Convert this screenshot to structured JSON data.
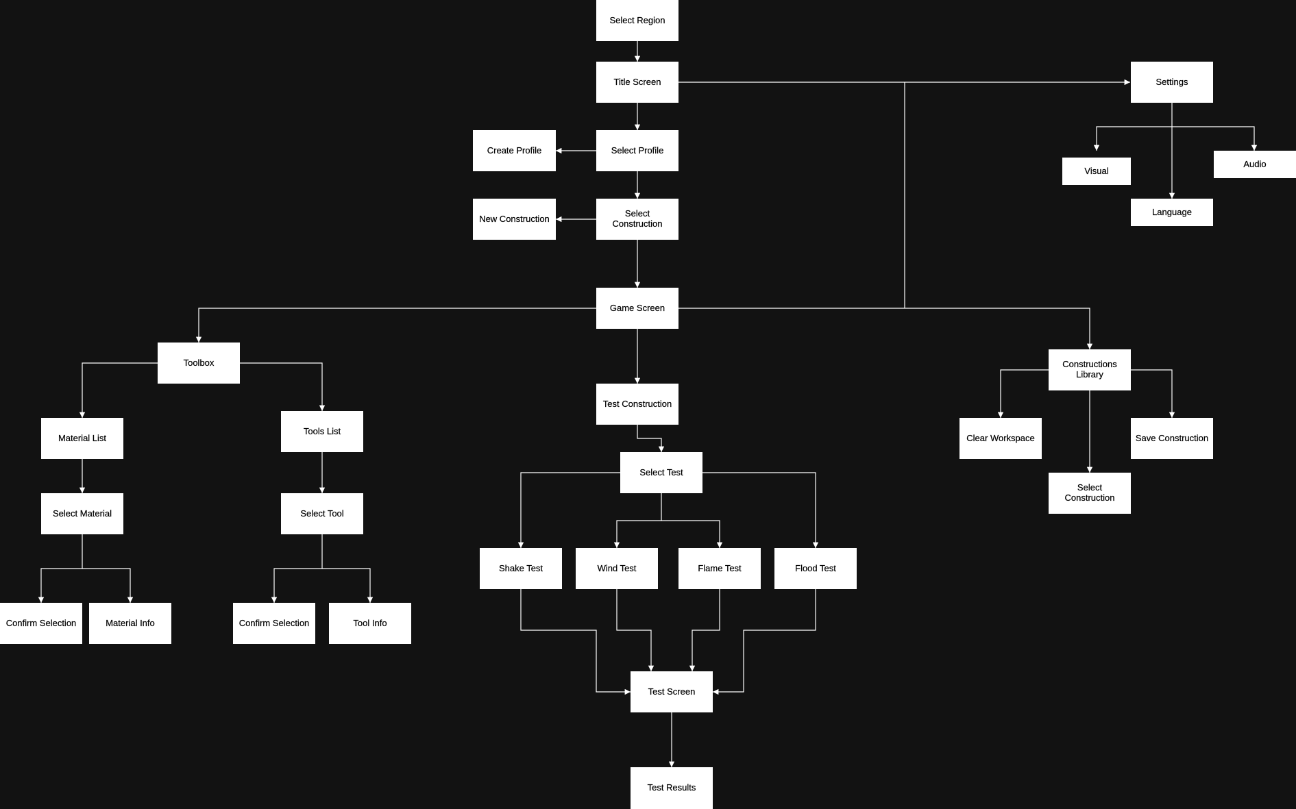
{
  "colors": {
    "background": "#121212",
    "node_fill": "#ffffff",
    "node_text": "#000000",
    "edge": "#ffffff"
  },
  "nodes": {
    "select_region": "Select Region",
    "title_screen": "Title Screen",
    "settings": "Settings",
    "visual": "Visual",
    "audio": "Audio",
    "language": "Language",
    "select_profile": "Select Profile",
    "create_profile": "Create Profile",
    "select_construction_main": "Select Construction",
    "new_construction": "New Construction",
    "game_screen": "Game Screen",
    "toolbox": "Toolbox",
    "material_list": "Material List",
    "tools_list": "Tools List",
    "select_material": "Select Material",
    "select_tool": "Select Tool",
    "confirm_selection_material": "Confirm Selection",
    "material_info": "Material Info",
    "confirm_selection_tool": "Confirm Selection",
    "tool_info": "Tool Info",
    "test_construction": "Test Construction",
    "select_test": "Select Test",
    "shake_test": "Shake Test",
    "wind_test": "Wind Test",
    "flame_test": "Flame Test",
    "flood_test": "Flood Test",
    "test_screen": "Test Screen",
    "test_results": "Test Results",
    "constructions_library": "Constructions Library",
    "clear_workspace": "Clear Workspace",
    "save_construction": "Save Construction",
    "select_construction_library": "Select Construction"
  }
}
